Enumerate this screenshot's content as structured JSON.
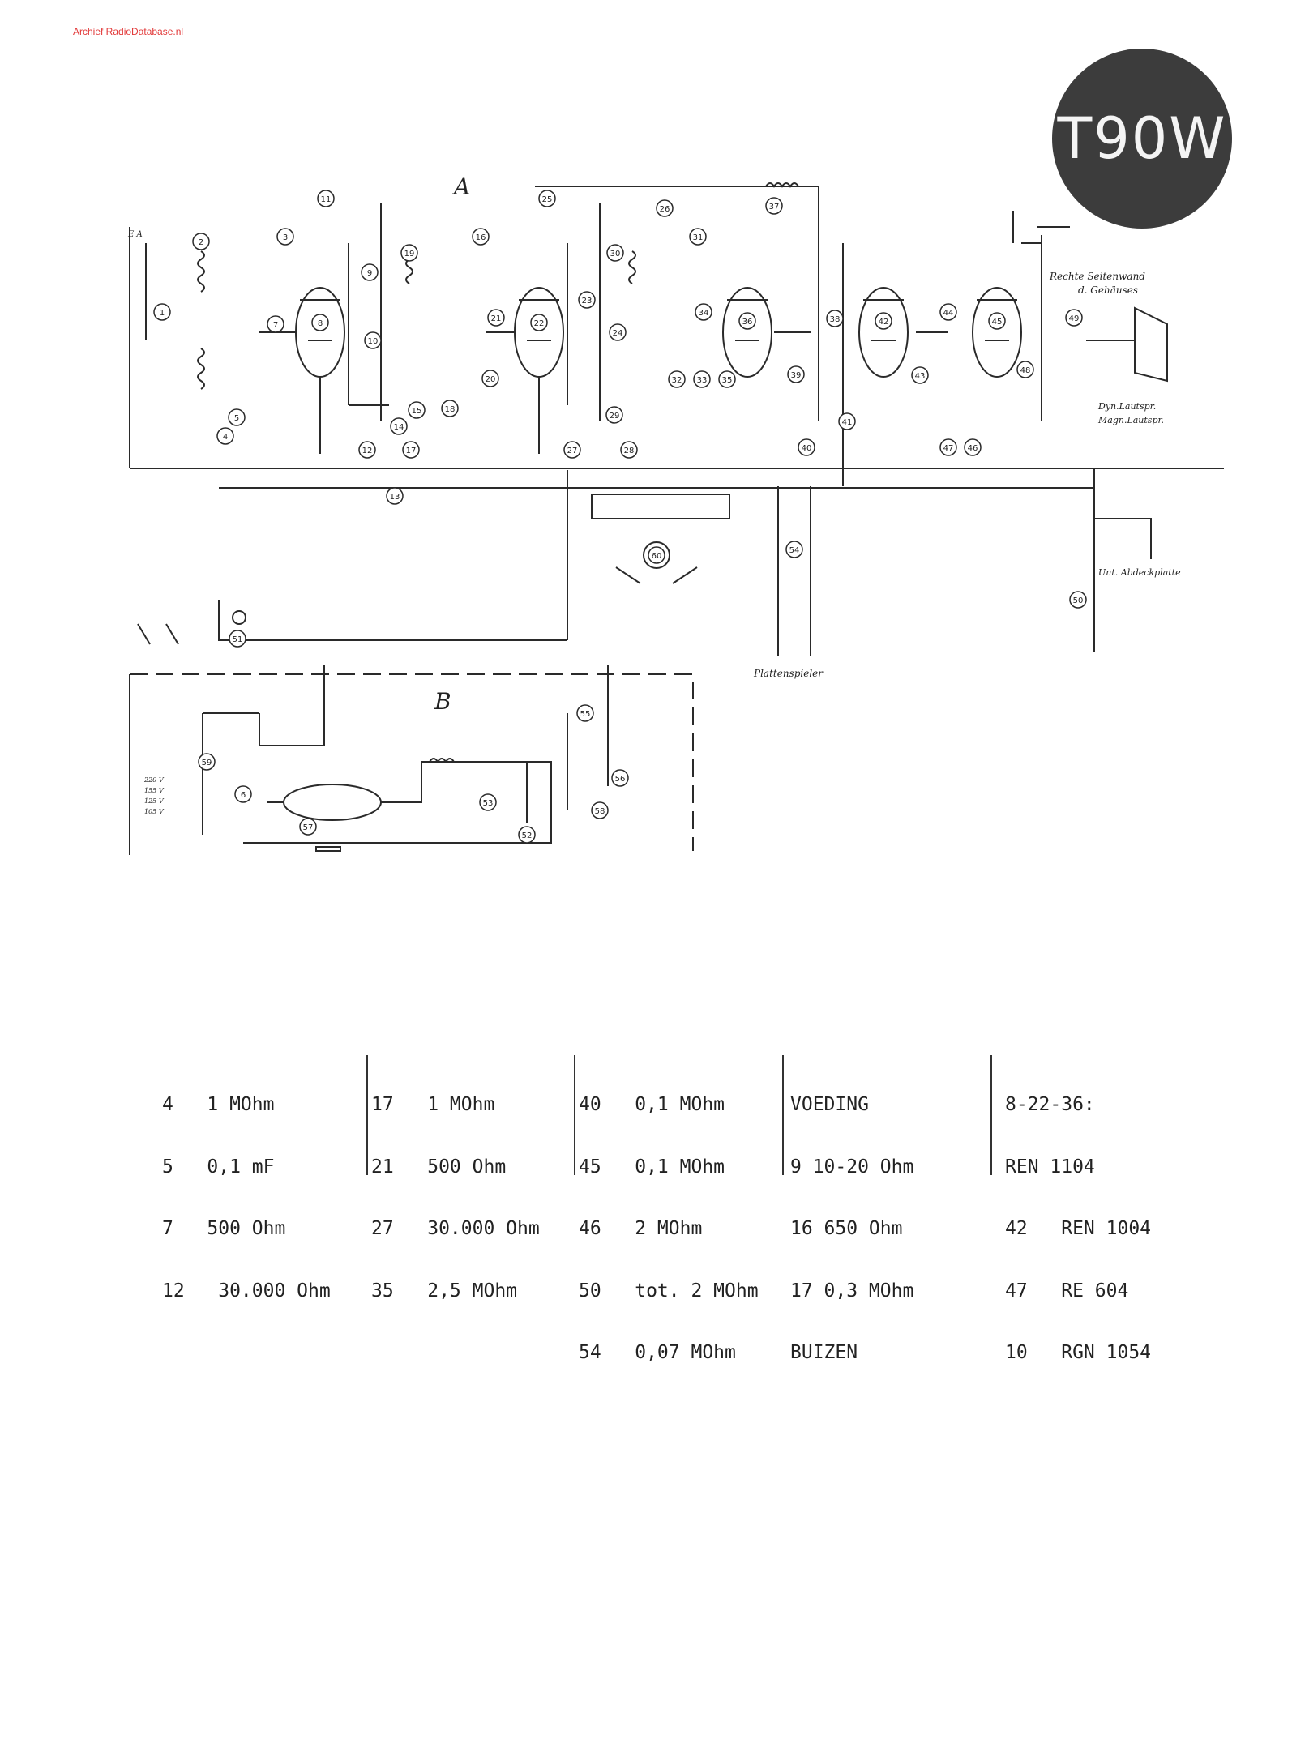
{
  "header": {
    "watermark": "Archief RadioDatabase.nl",
    "model": "T90W"
  },
  "diagram": {
    "section_a": "A",
    "section_b": "B",
    "labels": {
      "rechte": "Rechte Seitenwand",
      "gehause": "d. Gehäuses",
      "dyn": "Dyn.Lautspr.",
      "magn": "Magn.Lautspr.",
      "abdeck": "Unt. Abdeckplatte",
      "platten": "Plattenspieler",
      "v220": "220 V",
      "v155": "155 V",
      "v125": "125 V",
      "v105": "105 V",
      "ea": "E  A"
    },
    "component_numbers": [
      "1",
      "2",
      "3",
      "4",
      "5",
      "6",
      "7",
      "8",
      "9",
      "10",
      "11",
      "12",
      "13",
      "14",
      "15",
      "16",
      "17",
      "18",
      "19",
      "20",
      "21",
      "22",
      "23",
      "24",
      "25",
      "26",
      "27",
      "28",
      "29",
      "30",
      "31",
      "32",
      "33",
      "34",
      "35",
      "36",
      "37",
      "38",
      "39",
      "40",
      "41",
      "42",
      "43",
      "44",
      "45",
      "46",
      "47",
      "48",
      "49",
      "50",
      "51",
      "52",
      "53",
      "54",
      "55",
      "56",
      "57",
      "58",
      "59",
      "60"
    ]
  },
  "parts_list": {
    "col1": [
      "4   1 MOhm",
      "5   0,1 mF",
      "7   500 Ohm",
      "12   30.000 Ohm"
    ],
    "col2": [
      "17   1 MOhm",
      "21   500 Ohm",
      "27   30.000 Ohm",
      "35   2,5 MOhm"
    ],
    "col3": [
      "40   0,1 MOhm",
      "45   0,1 MOhm",
      "46   2 MOhm",
      "50   tot. 2 MOhm",
      "54   0,07 MOhm"
    ],
    "col4": [
      "VOEDING",
      "9 10-20 Ohm",
      "16 650 Ohm",
      "17 0,3 MOhm",
      "BUIZEN"
    ],
    "col5": [
      "8-22-36:",
      "REN 1104",
      "42   REN 1004",
      "47   RE 604",
      "10   RGN 1054"
    ]
  }
}
